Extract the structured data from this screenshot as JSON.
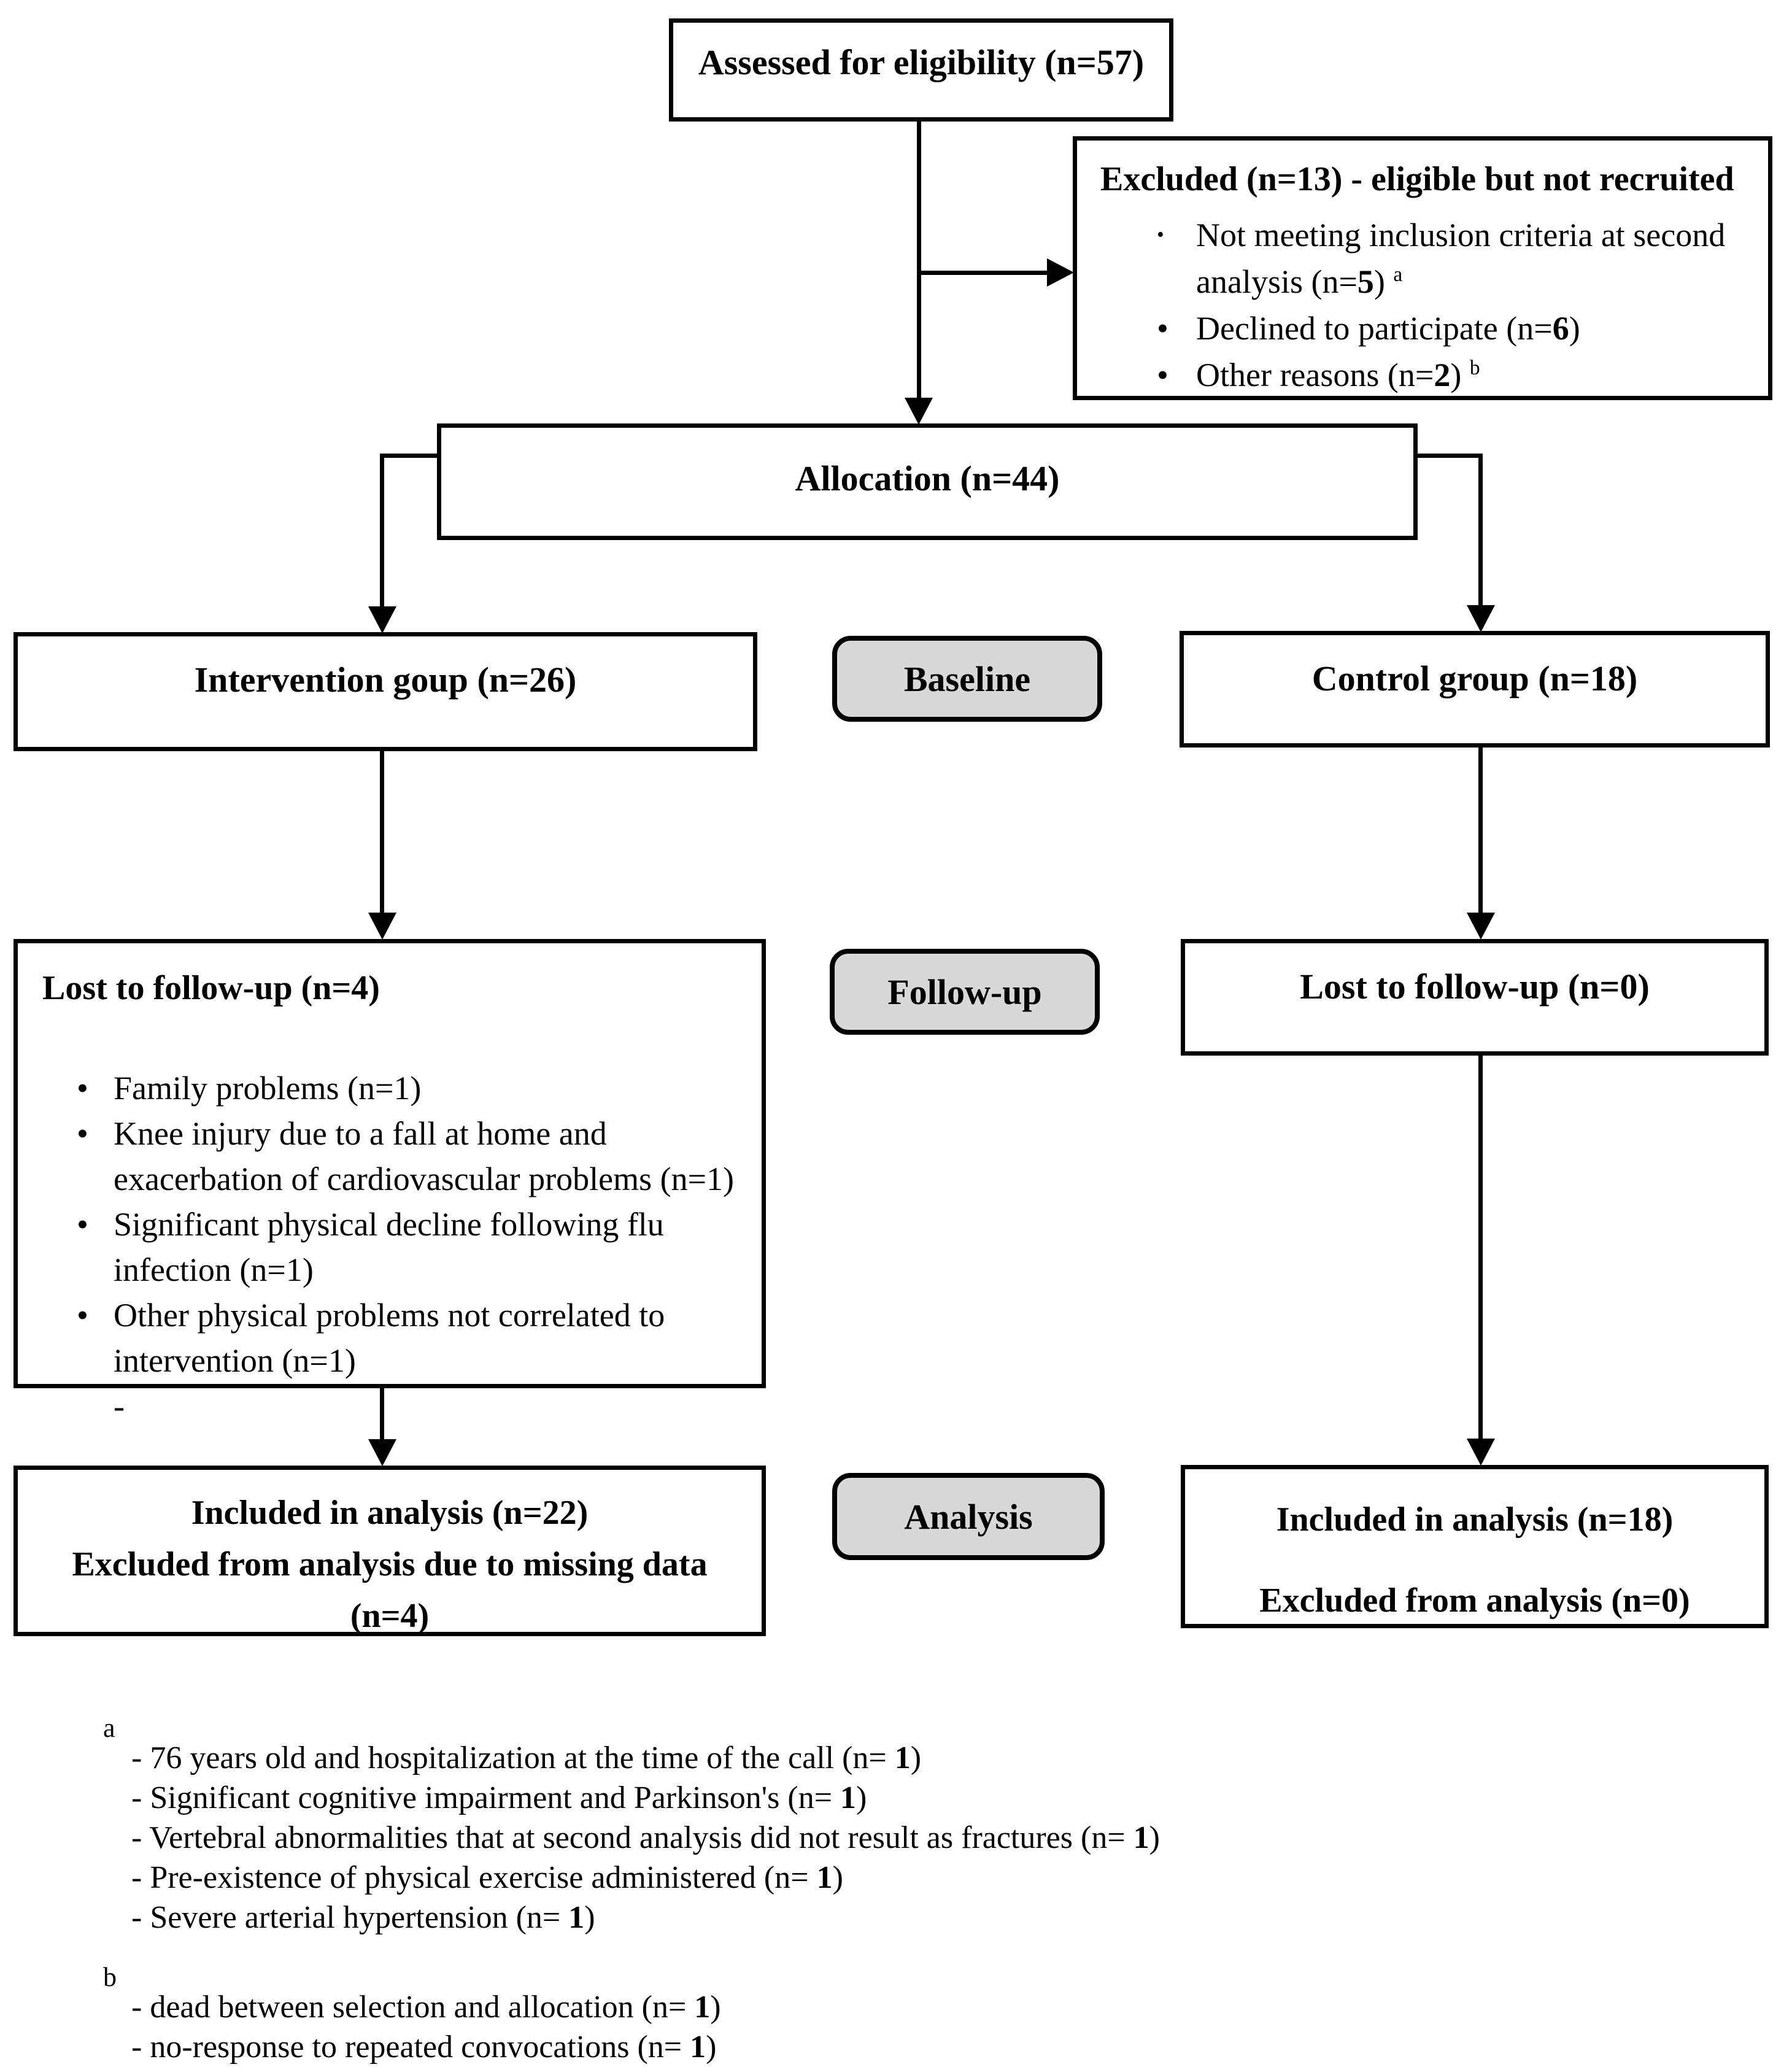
{
  "colors": {
    "page_bg": "#ffffff",
    "box_fill": "#ffffff",
    "stage_fill": "#d8d8d8",
    "line": "#000000"
  },
  "flow": {
    "assessed": {
      "label": "Assessed for eligibility (n=57)"
    },
    "excluded": {
      "title": "Excluded (n=13) - eligible but not recruited",
      "items": [
        {
          "m": "small",
          "segs": [
            {
              "t": "Not meeting inclusion criteria at second analysis (n="
            },
            {
              "b": "5"
            },
            {
              "t": ") "
            },
            {
              "s": "a"
            }
          ]
        },
        {
          "m": "dot",
          "segs": [
            {
              "t": "Declined to participate (n="
            },
            {
              "b": "6"
            },
            {
              "t": ")"
            }
          ]
        },
        {
          "m": "dot",
          "segs": [
            {
              "t": "Other reasons (n="
            },
            {
              "b": "2"
            },
            {
              "t": ") "
            },
            {
              "s": "b"
            }
          ]
        }
      ]
    },
    "allocation": {
      "label": "Allocation (n=44)"
    },
    "baseline_stage": {
      "label": "Baseline"
    },
    "intervention": {
      "label": "Intervention goup (n=26)"
    },
    "control": {
      "label": "Control group (n=18)"
    },
    "followup_stage": {
      "label": "Follow-up"
    },
    "lost_intervention": {
      "title": "Lost to follow-up (n=4)",
      "items": [
        {
          "m": "dot",
          "segs": [
            {
              "t": "Family problems (n=1)"
            }
          ]
        },
        {
          "m": "dot",
          "segs": [
            {
              "t": "Knee injury due to a fall at home and exacerbation of cardiovascular problems (n=1)"
            }
          ]
        },
        {
          "m": "dot",
          "segs": [
            {
              "t": "Significant physical decline following flu infection (n=1)"
            }
          ]
        },
        {
          "m": "dot",
          "segs": [
            {
              "t": "Other physical problems not correlated to intervention (n=1)"
            }
          ]
        },
        {
          "m": "none",
          "segs": [
            {
              "t": "-"
            }
          ]
        }
      ]
    },
    "lost_control": {
      "label": "Lost to follow-up (n=0)"
    },
    "analysis_stage": {
      "label": "Analysis"
    },
    "analysis_intervention": {
      "items": [
        {
          "segs": [
            {
              "t": "Included in analysis (n=22)"
            }
          ]
        },
        {
          "segs": [
            {
              "t": "Excluded from analysis due to missing data"
            }
          ]
        },
        {
          "segs": [
            {
              "t": "(n=4)"
            }
          ]
        }
      ]
    },
    "analysis_control": {
      "items": [
        {
          "segs": [
            {
              "t": "Included in analysis (n=18)"
            }
          ]
        },
        {
          "segs": [
            {
              "t": "Excluded from analysis (n=0)"
            }
          ]
        }
      ]
    },
    "footnote_a": {
      "marker": "a",
      "items": [
        {
          "segs": [
            {
              "t": "- 76 years old and hospitalization at the time of the call (n= "
            },
            {
              "b": "1"
            },
            {
              "t": ")"
            }
          ]
        },
        {
          "segs": [
            {
              "t": "- Significant cognitive impairment and Parkinson's (n= "
            },
            {
              "b": "1"
            },
            {
              "t": ")"
            }
          ]
        },
        {
          "segs": [
            {
              "t": "- Vertebral abnormalities that at second analysis did not result as fractures (n= "
            },
            {
              "b": "1"
            },
            {
              "t": ")"
            }
          ]
        },
        {
          "segs": [
            {
              "t": "- Pre-existence of physical exercise administered (n= "
            },
            {
              "b": "1"
            },
            {
              "t": ")"
            }
          ]
        },
        {
          "segs": [
            {
              "t": "- Severe arterial hypertension (n= "
            },
            {
              "b": "1"
            },
            {
              "t": ")"
            }
          ]
        }
      ]
    },
    "footnote_b": {
      "marker": "b",
      "items": [
        {
          "segs": [
            {
              "t": "- dead between selection and allocation (n= "
            },
            {
              "b": "1"
            },
            {
              "t": ")"
            }
          ]
        },
        {
          "segs": [
            {
              "t": "- no-response to repeated convocations (n= "
            },
            {
              "b": "1"
            },
            {
              "t": ")"
            }
          ]
        }
      ]
    }
  }
}
